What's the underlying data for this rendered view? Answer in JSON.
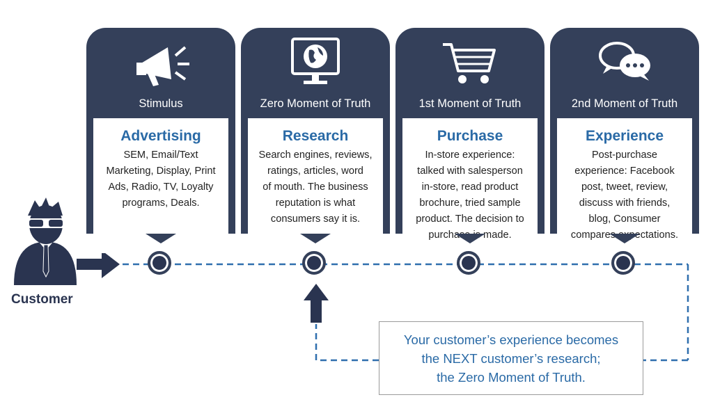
{
  "stages": [
    {
      "stage": "Stimulus",
      "heading": "Advertising",
      "lines": [
        "SEM, Email/Text",
        "Marketing, Display, Print",
        "Ads, Radio, TV, Loyalty",
        "programs, Deals."
      ],
      "icon": "megaphone-icon"
    },
    {
      "stage": "Zero Moment of Truth",
      "heading": "Research",
      "lines": [
        "Search engines, reviews,",
        "ratings, articles, word",
        "of mouth. The business",
        "reputation is what",
        "consumers say it is."
      ],
      "icon": "globe-monitor-icon"
    },
    {
      "stage": "1st Moment of Truth",
      "heading": "Purchase",
      "lines": [
        "In-store experience:",
        "talked with salesperson",
        "in-store, read product",
        "brochure, tried sample",
        "product. The decision to",
        "purchase is made."
      ],
      "icon": "shopping-cart-icon"
    },
    {
      "stage": "2nd Moment of Truth",
      "heading": "Experience",
      "lines": [
        "Post-purchase",
        "experience: Facebook",
        "post, tweet, review,",
        "discuss with friends,",
        "blog, Consumer",
        "compares expectations."
      ],
      "icon": "chat-bubbles-icon"
    }
  ],
  "customer": {
    "label": "Customer",
    "icon": "businessman-icon"
  },
  "note": {
    "lines": [
      "Your customer’s experience becomes",
      "the NEXT customer’s research;",
      "the Zero Moment of Truth."
    ]
  },
  "colors": {
    "navy": "#34405a",
    "blue_text": "#2a6aa6",
    "dashed_line": "#2f6fae"
  }
}
